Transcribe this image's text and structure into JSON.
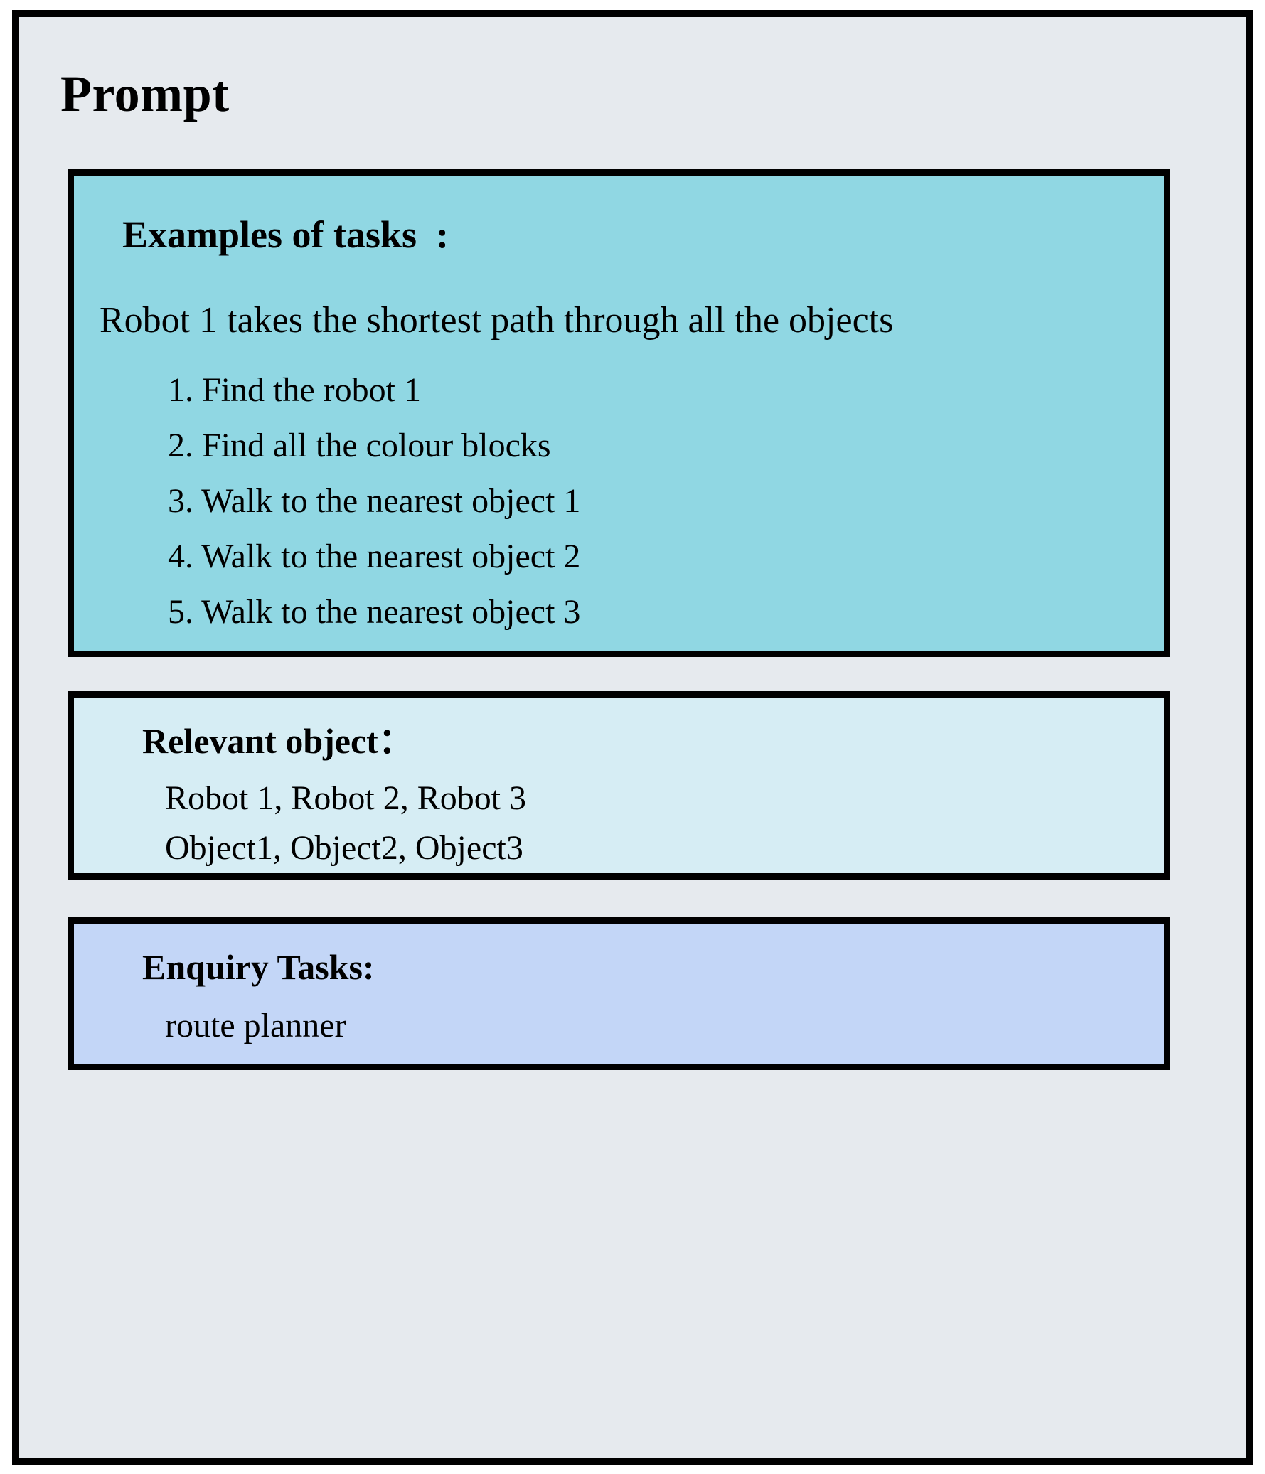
{
  "colors": {
    "frame_background": "#e6eaee",
    "frame_border": "#000000",
    "examples_background": "#90d7e3",
    "relevant_background": "#d6edf4",
    "enquiry_background": "#c3d6f7",
    "text": "#000000"
  },
  "page": {
    "title": "Prompt"
  },
  "examples": {
    "heading": "Examples of tasks  :",
    "lead": "Robot 1 takes the shortest path through all the objects",
    "steps": [
      "1. Find the robot 1",
      "2. Find all the colour blocks",
      "3. Walk to the nearest object 1",
      "4. Walk to the nearest object 2",
      "5. Walk to the nearest object 3"
    ]
  },
  "relevant": {
    "heading": "Relevant object：",
    "lines": [
      "Robot 1, Robot 2, Robot 3",
      "Object1, Object2, Object3"
    ]
  },
  "enquiry": {
    "heading": "Enquiry Tasks:",
    "lines": [
      "route planner"
    ]
  }
}
